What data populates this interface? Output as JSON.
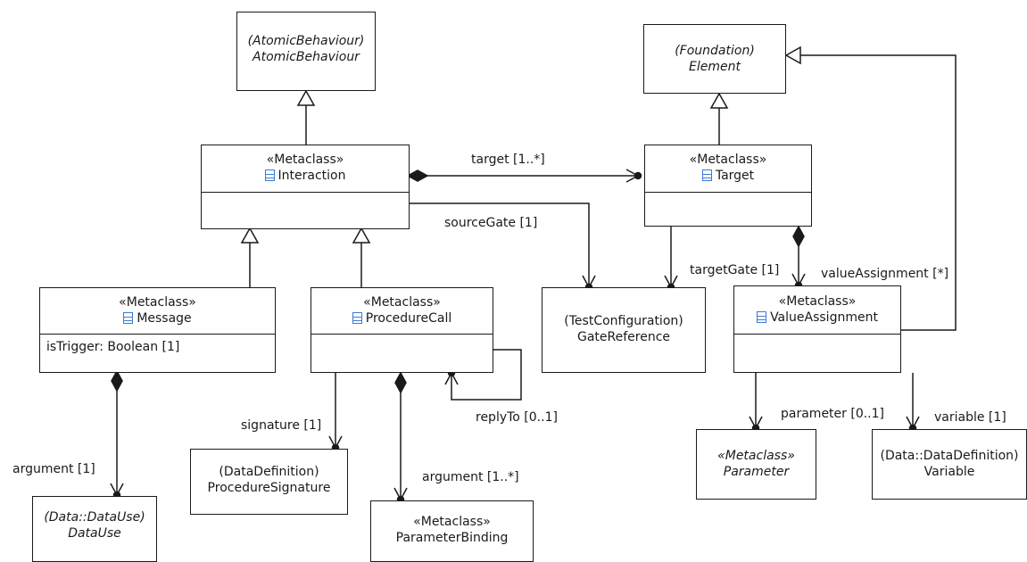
{
  "classes": {
    "atomic": {
      "package": "(AtomicBehaviour)",
      "name": "AtomicBehaviour"
    },
    "element": {
      "package": "(Foundation)",
      "name": "Element"
    },
    "interaction": {
      "stereotype": "«Metaclass»",
      "name": "Interaction"
    },
    "target": {
      "stereotype": "«Metaclass»",
      "name": "Target"
    },
    "message": {
      "stereotype": "«Metaclass»",
      "name": "Message",
      "attribute": "isTrigger: Boolean [1]"
    },
    "procedure_call": {
      "stereotype": "«Metaclass»",
      "name": "ProcedureCall"
    },
    "gate_reference": {
      "package": "(TestConfiguration)",
      "name": "GateReference"
    },
    "value_assignment": {
      "stereotype": "«Metaclass»",
      "name": "ValueAssignment"
    },
    "data_use": {
      "package": "(Data::DataUse)",
      "name": "DataUse"
    },
    "procedure_signature": {
      "package": "(DataDefinition)",
      "name": "ProcedureSignature"
    },
    "parameter_binding": {
      "stereotype": "«Metaclass»",
      "name": "ParameterBinding"
    },
    "parameter": {
      "stereotype": "«Metaclass»",
      "name": "Parameter"
    },
    "variable": {
      "package": "(Data::DataDefinition)",
      "name": "Variable"
    }
  },
  "associations": {
    "target": "target [1..*]",
    "source_gate": "sourceGate [1]",
    "target_gate": "targetGate [1]",
    "value_assignment": "valueAssignment [*]",
    "argument_message": "argument [1]",
    "signature": "signature [1]",
    "argument_procedure": "argument [1..*]",
    "reply_to": "replyTo [0..1]",
    "parameter": "parameter [0..1]",
    "variable": "variable [1]"
  }
}
